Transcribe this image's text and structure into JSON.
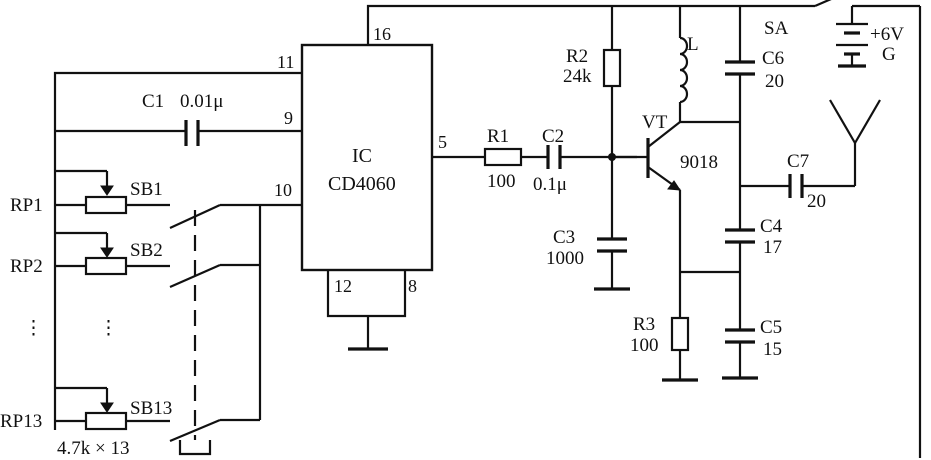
{
  "ic": {
    "name": "IC",
    "part": "CD4060",
    "pins": {
      "p16": "16",
      "p11": "11",
      "p9": "9",
      "p10": "10",
      "p5": "5",
      "p12": "12",
      "p8": "8"
    }
  },
  "c1": {
    "ref": "C1",
    "value": "0.01μ"
  },
  "r1": {
    "ref": "R1",
    "value": "100"
  },
  "c2": {
    "ref": "C2",
    "value": "0.1μ"
  },
  "r2": {
    "ref": "R2",
    "value": "24k"
  },
  "c3": {
    "ref": "C3",
    "value": "1000"
  },
  "l": {
    "ref": "L"
  },
  "vt": {
    "ref": "VT",
    "part": "9018"
  },
  "r3": {
    "ref": "R3",
    "value": "100"
  },
  "c4": {
    "ref": "C4",
    "value": "17"
  },
  "c5": {
    "ref": "C5",
    "value": "15"
  },
  "c6": {
    "ref": "C6",
    "value": "20"
  },
  "c7": {
    "ref": "C7",
    "value": "20"
  },
  "sa": {
    "ref": "SA"
  },
  "battery": {
    "voltage": "+6V",
    "ref": "G"
  },
  "keys": {
    "rp1": "RP1",
    "sb1": "SB1",
    "rp2": "RP2",
    "sb2": "SB2",
    "rp13": "RP13",
    "sb13": "SB13",
    "ellipsis": "⋮",
    "array_value": "4.7k × 13"
  }
}
